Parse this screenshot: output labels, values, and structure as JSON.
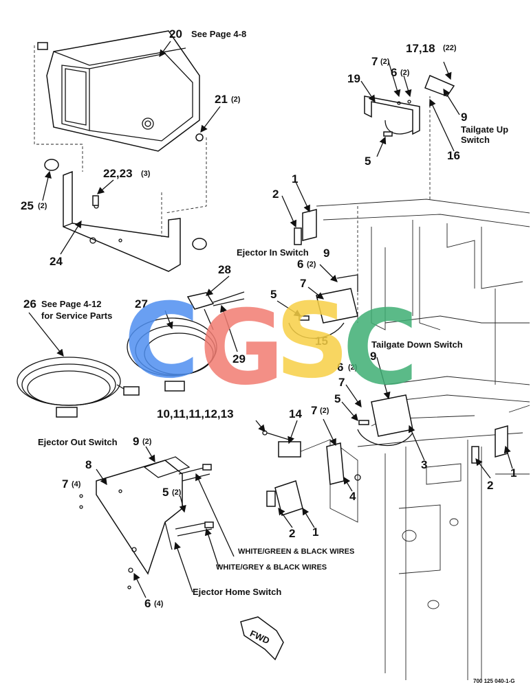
{
  "callouts": {
    "c20": "20",
    "c20_note": "See Page 4-8",
    "c21": "21",
    "c21_qty": "(2)",
    "c22": "22,23",
    "c22_qty": "(3)",
    "c24": "24",
    "c25": "25",
    "c25_qty": "(2)",
    "c26": "26",
    "c26_note": "See Page 4-12",
    "c26_note2": "for Service Parts",
    "c27": "27",
    "c28": "28",
    "c29": "29",
    "c17": "17,18",
    "c17_qty": "(22)",
    "c7a": "7",
    "c7a_qty": "(2)",
    "c6a": "6",
    "c6a_qty": "(2)",
    "c19": "19",
    "c9a": "9",
    "tailgate_up": "Tailgate Up",
    "tailgate_up2": "Switch",
    "c5a": "5",
    "c16": "16",
    "c1a": "1",
    "c2a": "2",
    "ejector_in": "Ejector In Switch",
    "c9b": "9",
    "c6b": "6",
    "c6b_qty": "(2)",
    "c7b": "7",
    "c5b": "5",
    "c15": "15",
    "tailgate_down": "Tailgate Down Switch",
    "c9c": "9",
    "c6c": "6",
    "c6c_qty": "(2)",
    "c7c": "7",
    "c5c": "5",
    "c3": "3",
    "c10": "10,11,11,12,13",
    "c14": "14",
    "c7d": "7",
    "c7d_qty": "(2)",
    "c4": "4",
    "c2b": "2",
    "c1b": "1",
    "c1c": "1",
    "c2c": "2",
    "ejector_out": "Ejector Out Switch",
    "c9d": "9",
    "c9d_qty": "(2)",
    "c8": "8",
    "c7e": "7",
    "c7e_qty": "(4)",
    "c5d": "5",
    "c5d_qty": "(2)",
    "wires1": "WHITE/GREEN & BLACK WIRES",
    "wires2": "WHITE/GREY & BLACK WIRES",
    "ejector_home": "Ejector Home Switch",
    "c6d": "6",
    "c6d_qty": "(4)",
    "fwd": "FWD",
    "drawing_number": "700 125 040-1-G",
    "watermark": [
      "C",
      "G",
      "S",
      "C"
    ]
  },
  "colors": {
    "watermark_c1": "#4f8ff0",
    "watermark_g": "#f27c72",
    "watermark_s": "#f7d046",
    "watermark_c2": "#3fae74"
  }
}
